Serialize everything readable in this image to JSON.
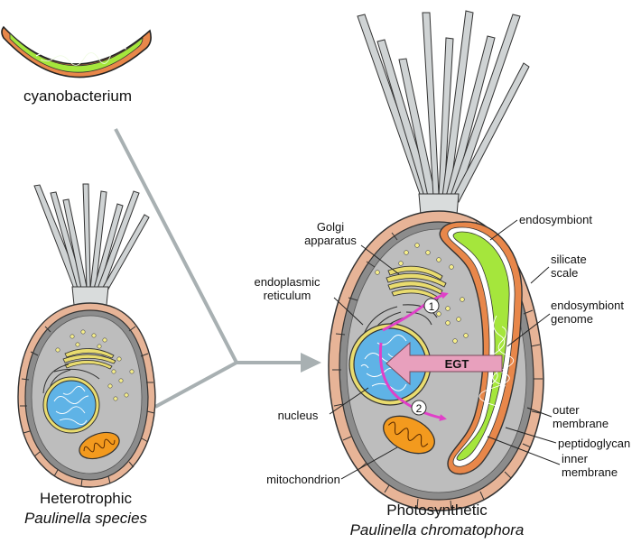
{
  "titles": {
    "cyanobacterium": "cyanobacterium",
    "left_line1": "Heterotrophic",
    "left_line2": "Paulinella species",
    "right_line1": "Photosynthetic",
    "right_line2": "Paulinella chromatophora"
  },
  "labels": {
    "golgi_1": "Golgi",
    "golgi_2": "apparatus",
    "er_1": "endoplasmic",
    "er_2": "reticulum",
    "nucleus": "nucleus",
    "mitochondrion": "mitochondrion",
    "endosymbiont": "endosymbiont",
    "silicate_1": "silicate",
    "silicate_2": "scale",
    "genome_1": "endosymbiont",
    "genome_2": "genome",
    "outer_1": "outer",
    "outer_2": "membrane",
    "peptidoglycan": "peptidoglycan",
    "inner_1": "inner",
    "inner_2": "membrane",
    "egt": "EGT",
    "step1": "1",
    "step2": "2"
  },
  "colors": {
    "cyano_green": "#a5e63c",
    "cyano_wall": "#e8874a",
    "cell_gray": "#8c8c8c",
    "cytoplasm": "#bdbdbd",
    "scale": "#e7b497",
    "nucleus": "#5fb3e6",
    "mitochondrion": "#f39a1e",
    "golgi": "#e9dc6f",
    "magenta": "#e040c8",
    "egt_arrow": "#e8a0bd",
    "connector": "#a8b0b2"
  }
}
